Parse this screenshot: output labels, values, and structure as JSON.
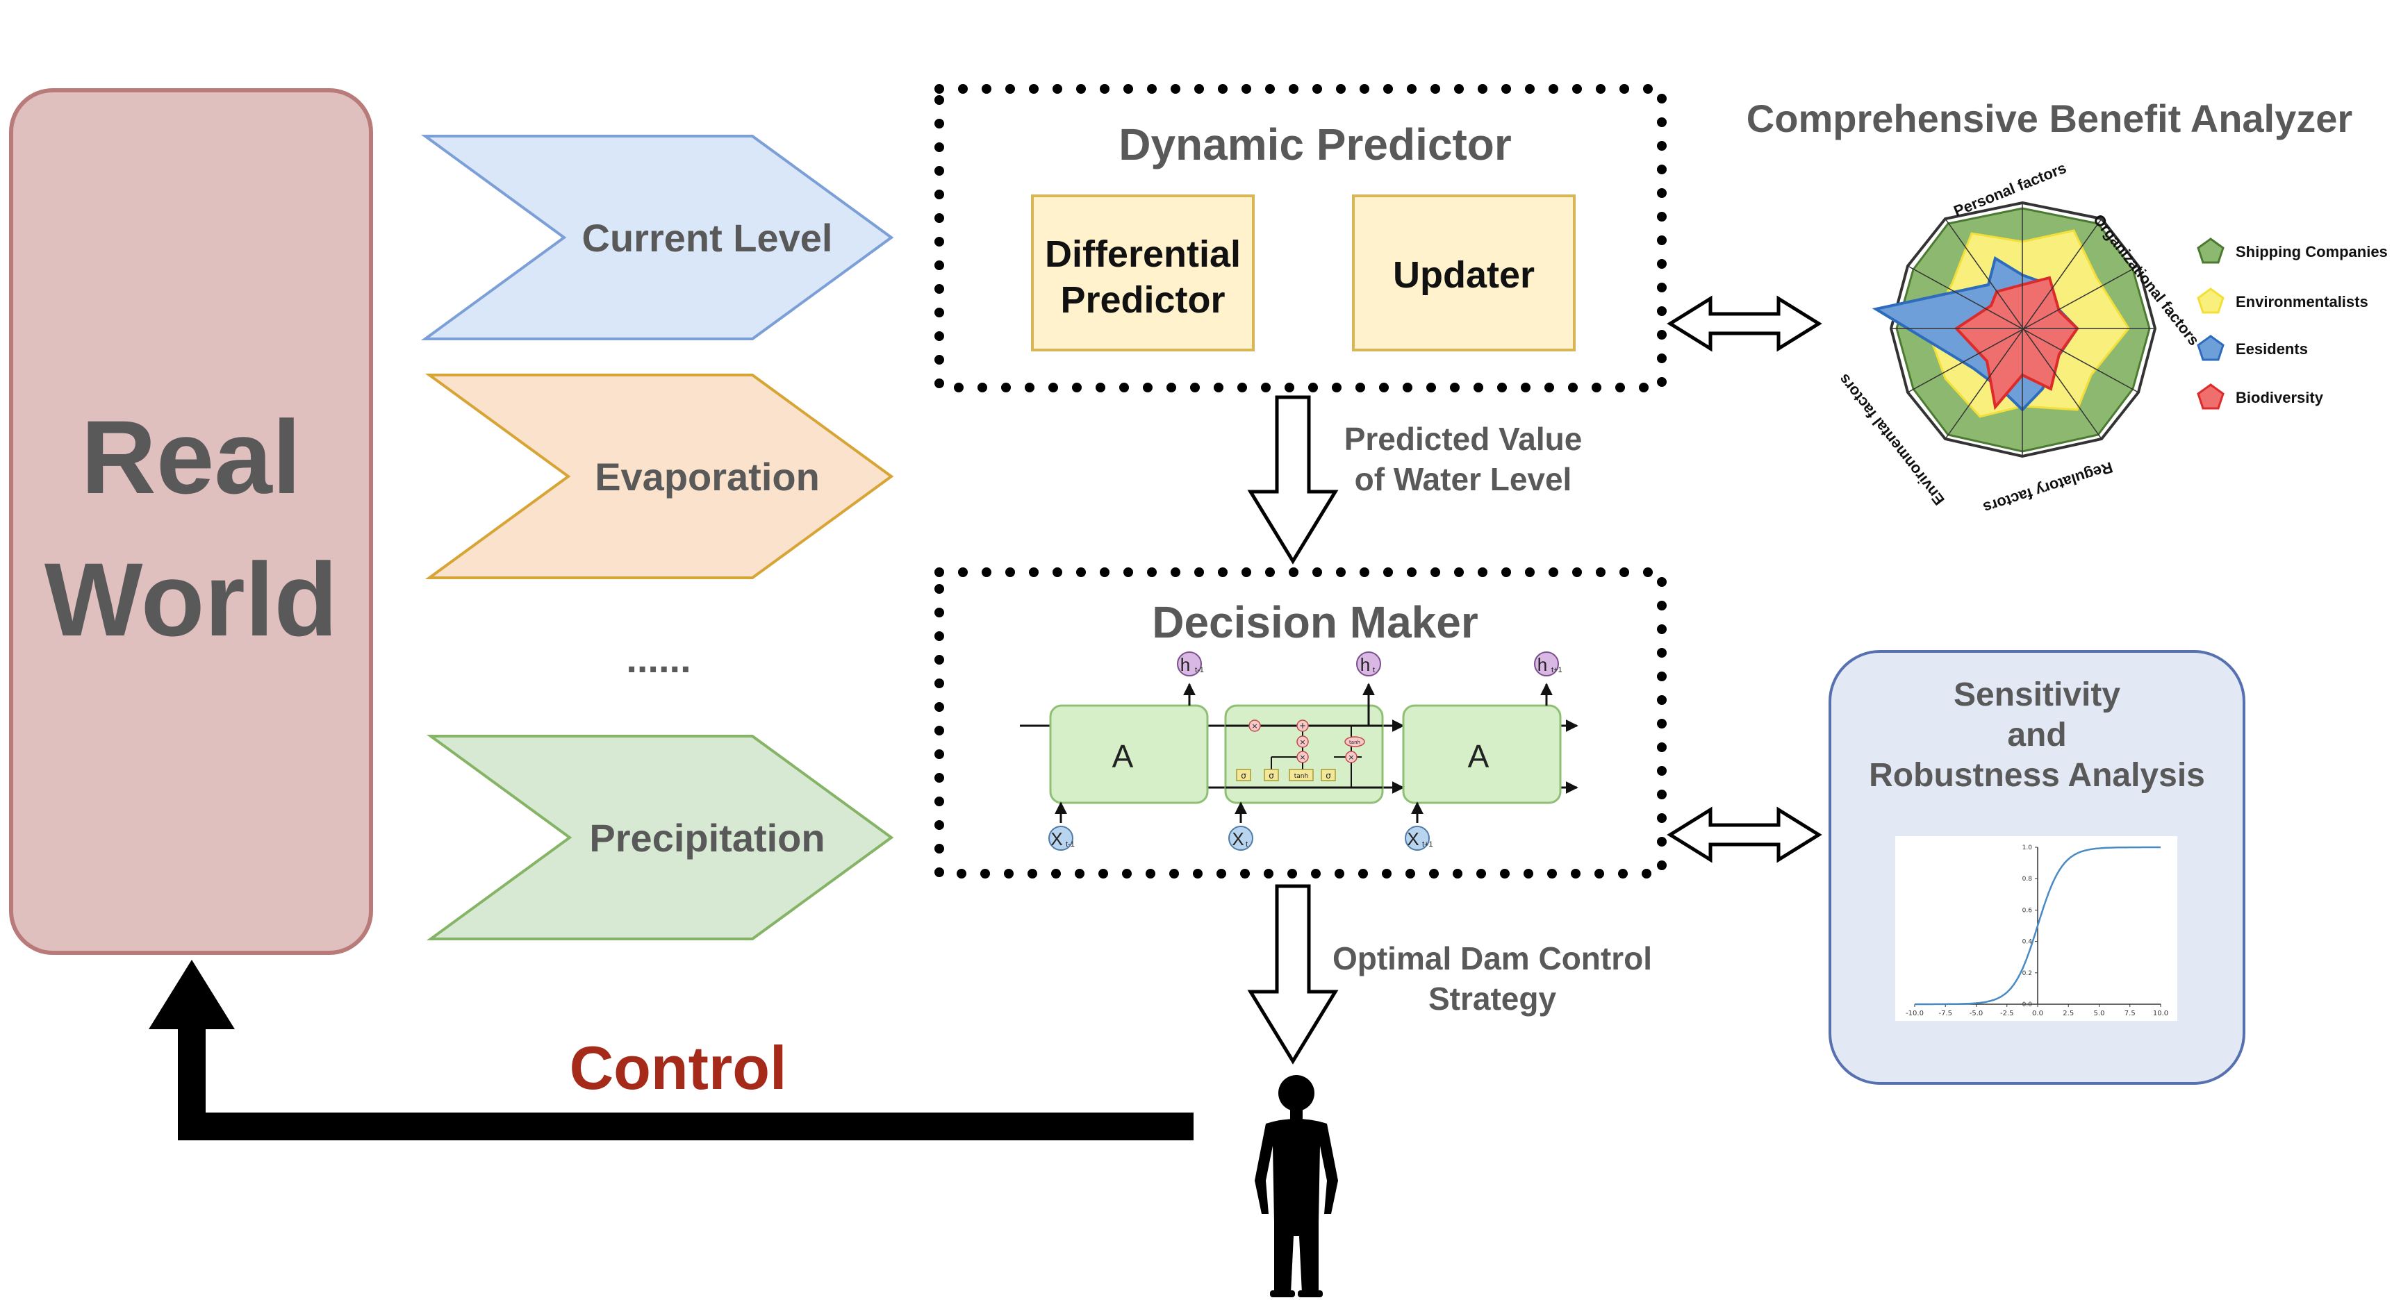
{
  "real_world": {
    "line1": "Real",
    "line2": "World"
  },
  "inputs": {
    "current_level": "Current Level",
    "evaporation": "Evaporation",
    "ellipsis": "......",
    "precipitation": "Precipitation"
  },
  "dynamic_predictor": {
    "title": "Dynamic Predictor",
    "differential_line1": "Differential",
    "differential_line2": "Predictor",
    "updater": "Updater"
  },
  "predicted_value": {
    "line1": "Predicted Value",
    "line2": "of Water Level"
  },
  "decision_maker": {
    "title": "Decision Maker",
    "lstm": {
      "cell_label": "A",
      "h_prev": "h",
      "h_prev_sub": "t-1",
      "h_cur": "h",
      "h_cur_sub": "t",
      "h_next": "h",
      "h_next_sub": "t+1",
      "x_prev": "X",
      "x_prev_sub": "t-1",
      "x_cur": "X",
      "x_cur_sub": "t",
      "x_next": "X",
      "x_next_sub": "t+1",
      "gate_sigma": "σ",
      "gate_tanh": "tanh",
      "op_mult": "×",
      "op_add": "+"
    }
  },
  "optimal": {
    "line1": "Optimal Dam Control",
    "line2": "Strategy"
  },
  "control": {
    "label": "Control",
    "color": "#a52a1a"
  },
  "benefit_analyzer": {
    "title": "Comprehensive Benefit Analyzer",
    "axes": [
      "Personal factors",
      "Organizational factors",
      "Regulatory factors",
      "Environmental factors"
    ],
    "legend": [
      {
        "name": "Shipping Companies",
        "color": "#8db870"
      },
      {
        "name": "Environmentalists",
        "color": "#f8ef7c"
      },
      {
        "name": "Eesidents",
        "color": "#6e9fd8"
      },
      {
        "name": "Biodiversity",
        "color": "#ef6e6e"
      }
    ]
  },
  "sensitivity": {
    "line1": "Sensitivity",
    "line2": "and",
    "line3": "Robustness Analysis",
    "plot": {
      "type": "line",
      "x_ticks": [
        "-10.0",
        "-7.5",
        "-5.0",
        "-2.5",
        "0.0",
        "2.5",
        "5.0",
        "7.5",
        "10.0"
      ],
      "y_ticks": [
        "0.0",
        "0.2",
        "0.4",
        "0.6",
        "0.8",
        "1.0"
      ]
    }
  },
  "chart_data": {
    "type": "line",
    "title": "",
    "xlabel": "",
    "ylabel": "",
    "xlim": [
      -10,
      10
    ],
    "ylim": [
      0,
      1
    ],
    "series": [
      {
        "x": [
          -10,
          -7.5,
          -5,
          -2.5,
          -1,
          0,
          1,
          2.5,
          5,
          7.5,
          10
        ],
        "values": [
          0.0,
          0.001,
          0.007,
          0.076,
          0.269,
          0.5,
          0.731,
          0.924,
          0.993,
          0.999,
          1.0
        ]
      }
    ]
  },
  "colors": {
    "real_world_fill": "#e0bfbf",
    "real_world_stroke": "#b97a7a",
    "current_level_fill": "#dae7f8",
    "evaporation_fill": "#fbe2cc",
    "precipitation_fill": "#d8e9d3",
    "predictor_box_fill": "#fff2cc",
    "sensitivity_fill": "#e3e8f5"
  }
}
